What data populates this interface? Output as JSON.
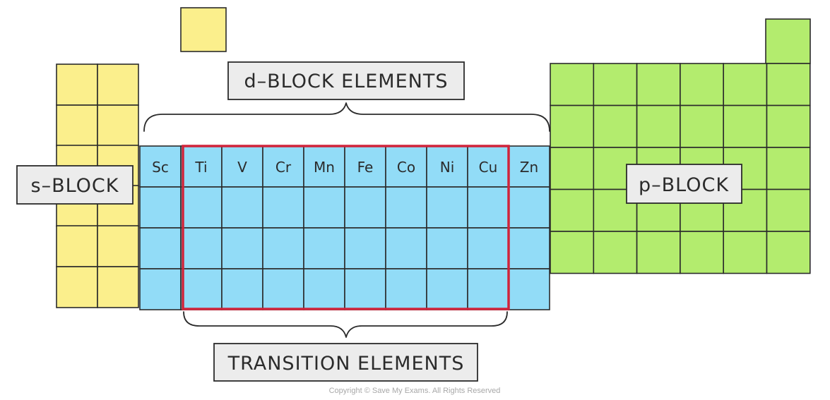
{
  "colors": {
    "s_block": "#fbef8c",
    "d_block": "#92dcf7",
    "p_block": "#b3ec6e",
    "transition_outline": "#d0243a",
    "label_fill": "#ececec"
  },
  "labels": {
    "d_block": "d–BLOCK ELEMENTS",
    "s_block": "s–BLOCK",
    "p_block": "p–BLOCK",
    "transition": "TRANSITION ELEMENTS"
  },
  "d_block_first_row": [
    "Sc",
    "Ti",
    "V",
    "Cr",
    "Mn",
    "Fe",
    "Co",
    "Ni",
    "Cu",
    "Zn"
  ],
  "transition_elements": [
    "Ti",
    "V",
    "Cr",
    "Mn",
    "Fe",
    "Co",
    "Ni",
    "Cu"
  ],
  "copyright": "Copyright © Save My Exams. All Rights Reserved"
}
